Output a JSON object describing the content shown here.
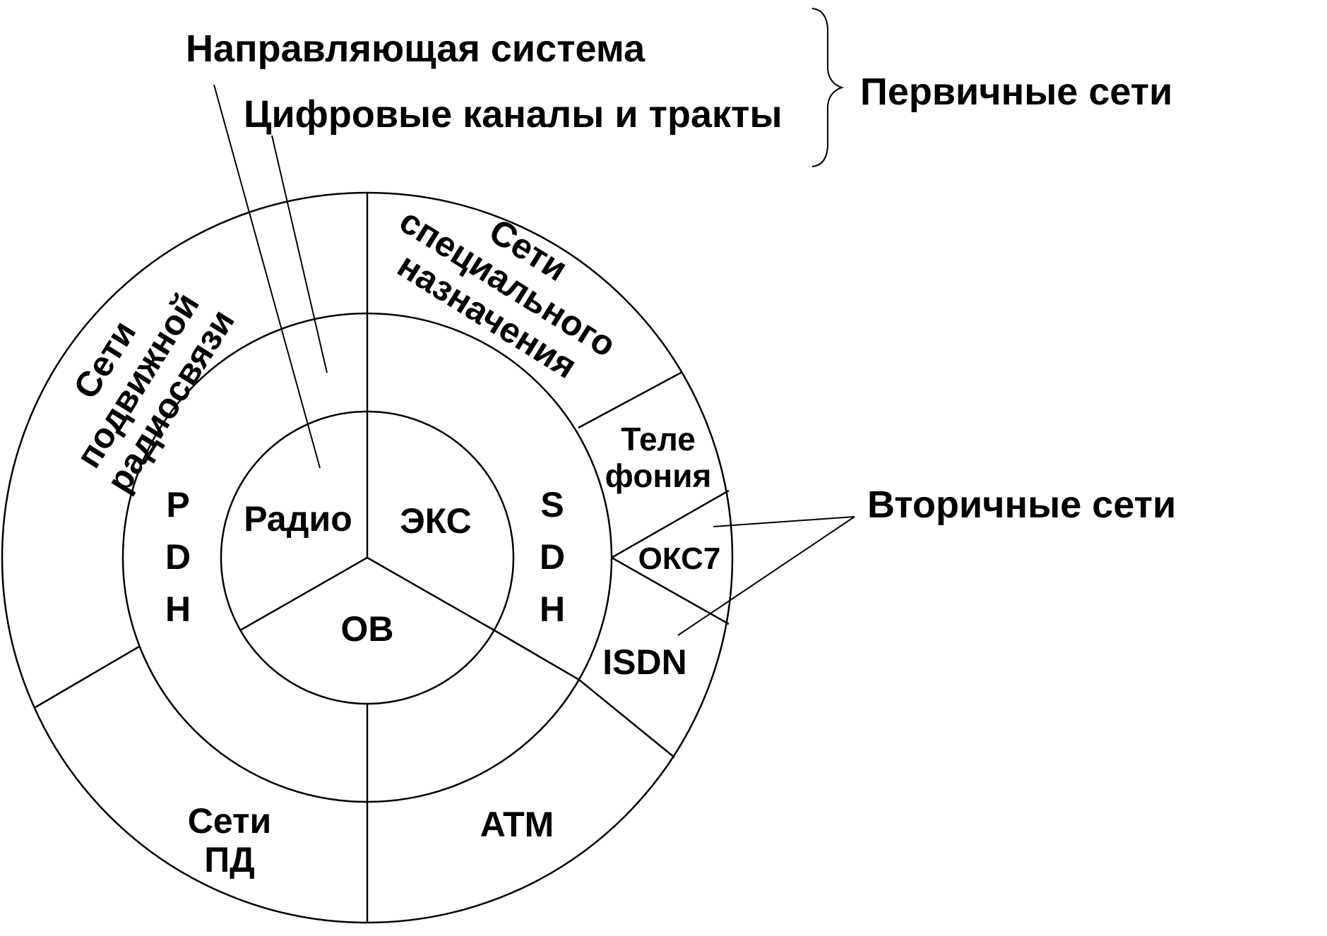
{
  "header": {
    "guide_system": "Направляющая система",
    "digital_channels": "Цифровые каналы и тракты",
    "primary_networks": "Первичные сети",
    "secondary_networks": "Вторичные сети"
  },
  "core": {
    "radio": "Радио",
    "eks": "ЭКС",
    "ov": "ОВ"
  },
  "transport": {
    "pdh": [
      "P",
      "D",
      "H"
    ],
    "sdh": [
      "S",
      "D",
      "H"
    ]
  },
  "outer": {
    "mobile": [
      "Сети",
      "подвижной",
      "радиосвязи"
    ],
    "special": [
      "Сети",
      "специального",
      "назначения"
    ],
    "telephony": [
      "Теле",
      "фония"
    ],
    "oks7": "ОКС7",
    "isdn": "ISDN",
    "atm": "ATM",
    "data_networks": [
      "Сети",
      "ПД"
    ]
  }
}
